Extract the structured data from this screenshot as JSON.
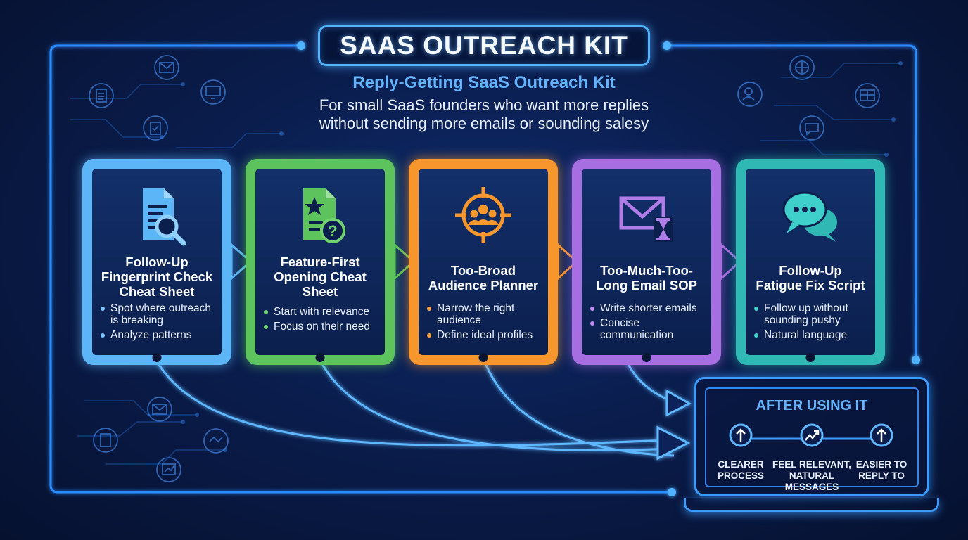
{
  "header": {
    "title": "SAAS OUTREACH KIT",
    "subtitle": "Reply-Getting SaaS Outreach Kit",
    "description_line1": "For small SaaS founders who want more replies",
    "description_line2": "without sending more emails or sounding salesy"
  },
  "cards": [
    {
      "title_lines": [
        "Follow-Up",
        "Fingerprint Check",
        "Cheat Sheet"
      ],
      "icon": "document-magnifier-icon",
      "color": "#5bb5f7",
      "bullets": [
        [
          "Spot where outreach",
          "is breaking"
        ],
        [
          "Analyze patterns"
        ]
      ]
    },
    {
      "title_lines": [
        "Feature-First",
        "Opening Cheat",
        "Sheet"
      ],
      "icon": "document-star-question-icon",
      "color": "#5dc35c",
      "bullets": [
        [
          "Start with relevance"
        ],
        [
          "Focus on their need"
        ]
      ]
    },
    {
      "title_lines": [
        "Too-Broad",
        "Audience Planner"
      ],
      "icon": "target-audience-icon",
      "color": "#f7962d",
      "bullets": [
        [
          "Narrow the right",
          "audience"
        ],
        [
          "Define ideal profiles"
        ]
      ]
    },
    {
      "title_lines": [
        "Too-Much-Too-",
        "Long Email SOP"
      ],
      "icon": "envelope-hourglass-icon",
      "color": "#a66ee0",
      "bullets": [
        [
          "Write shorter emails"
        ],
        [
          "Concise",
          "communication"
        ]
      ]
    },
    {
      "title_lines": [
        "Follow-Up",
        "Fatigue Fix Script"
      ],
      "icon": "chat-bubbles-icon",
      "color": "#2fb8b4",
      "bullets": [
        [
          "Follow up without",
          "sounding pushy"
        ],
        [
          "Natural language"
        ]
      ]
    }
  ],
  "after": {
    "title": "AFTER USING IT",
    "benefits": [
      {
        "lines": [
          "CLEARER",
          "PROCESS"
        ],
        "icon": "arrow-up-circle-icon"
      },
      {
        "lines": [
          "FEEL RELEVANT,",
          "NATURAL MESSAGES"
        ],
        "icon": "trend-up-circle-icon"
      },
      {
        "lines": [
          "EASIER TO",
          "REPLY TO"
        ],
        "icon": "arrow-up-circle-icon"
      }
    ]
  }
}
